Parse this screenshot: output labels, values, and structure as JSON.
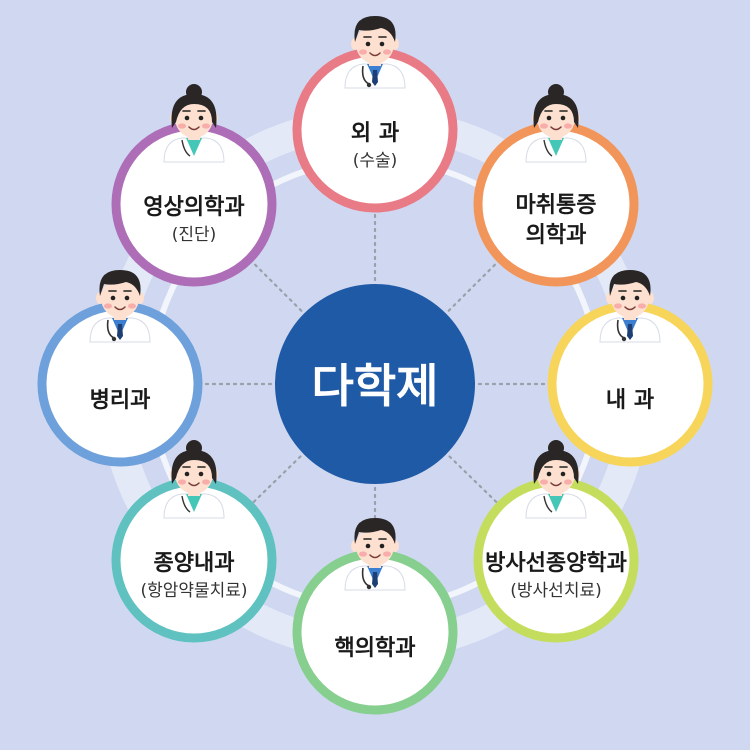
{
  "center": {
    "label": "다학제",
    "color": "#1f5aa6"
  },
  "colors": {
    "background": "#cfd8f0",
    "ring": "#e3e9f7",
    "connector": "#9aa0aa",
    "skin": "#fde0cf",
    "cheek": "#f7a3a3",
    "hair": "#2a2626",
    "coat": "#ffffff",
    "shirt_male": "#3c7fd0",
    "shirt_female": "#45c7b8"
  },
  "departments": [
    {
      "label": "외 과",
      "sub": "(수술)",
      "color": "#e97b87",
      "doctor": "male-doctor-icon"
    },
    {
      "label": "마취통증\n의학과",
      "sub": "",
      "color": "#f2955a",
      "doctor": "female-doctor-icon"
    },
    {
      "label": "내 과",
      "sub": "",
      "color": "#f7d45a",
      "doctor": "male-doctor-icon"
    },
    {
      "label": "방사선종양학과",
      "sub": "(방사선치료)",
      "color": "#c5dd5c",
      "doctor": "female-doctor-icon"
    },
    {
      "label": "핵의학과",
      "sub": "",
      "color": "#86cf8f",
      "doctor": "male-doctor-icon"
    },
    {
      "label": "종양내과",
      "sub": "(항암약물치료)",
      "color": "#5fc2c0",
      "doctor": "female-doctor-icon"
    },
    {
      "label": "병리과",
      "sub": "",
      "color": "#6ea0db",
      "doctor": "male-doctor-icon"
    },
    {
      "label": "영상의학과",
      "sub": "(진단)",
      "color": "#ae6db7",
      "doctor": "female-doctor-icon"
    }
  ]
}
